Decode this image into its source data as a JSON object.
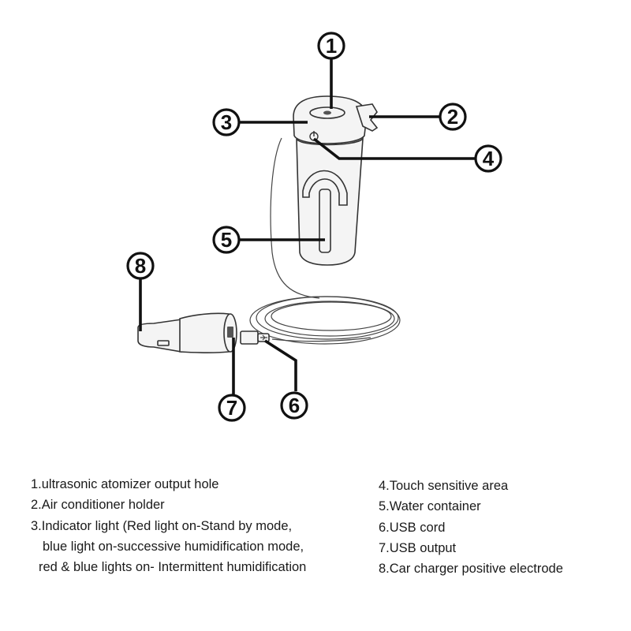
{
  "callouts": [
    {
      "number": "1",
      "label": "ultrasonic atomizer output hole"
    },
    {
      "number": "2",
      "label": "Air conditioner holder"
    },
    {
      "number": "3",
      "label": "Indicator light"
    },
    {
      "number": "4",
      "label": "Touch sensitive area"
    },
    {
      "number": "5",
      "label": "Water container"
    },
    {
      "number": "6",
      "label": "USB cord"
    },
    {
      "number": "7",
      "label": "USB output"
    },
    {
      "number": "8",
      "label": "Car charger positive electrode"
    }
  ],
  "legend": {
    "left": [
      "1.ultrasonic atomizer output hole",
      "2.Air conditioner holder",
      "3.Indicator light (Red light on-Stand by mode,",
      "blue light on-successive humidification mode,",
      "red & blue lights on- Intermittent humidification"
    ],
    "right": [
      "4.Touch sensitive area",
      "5.Water container",
      "6.USB cord",
      "7.USB output",
      "8.Car charger positive electrode"
    ]
  }
}
